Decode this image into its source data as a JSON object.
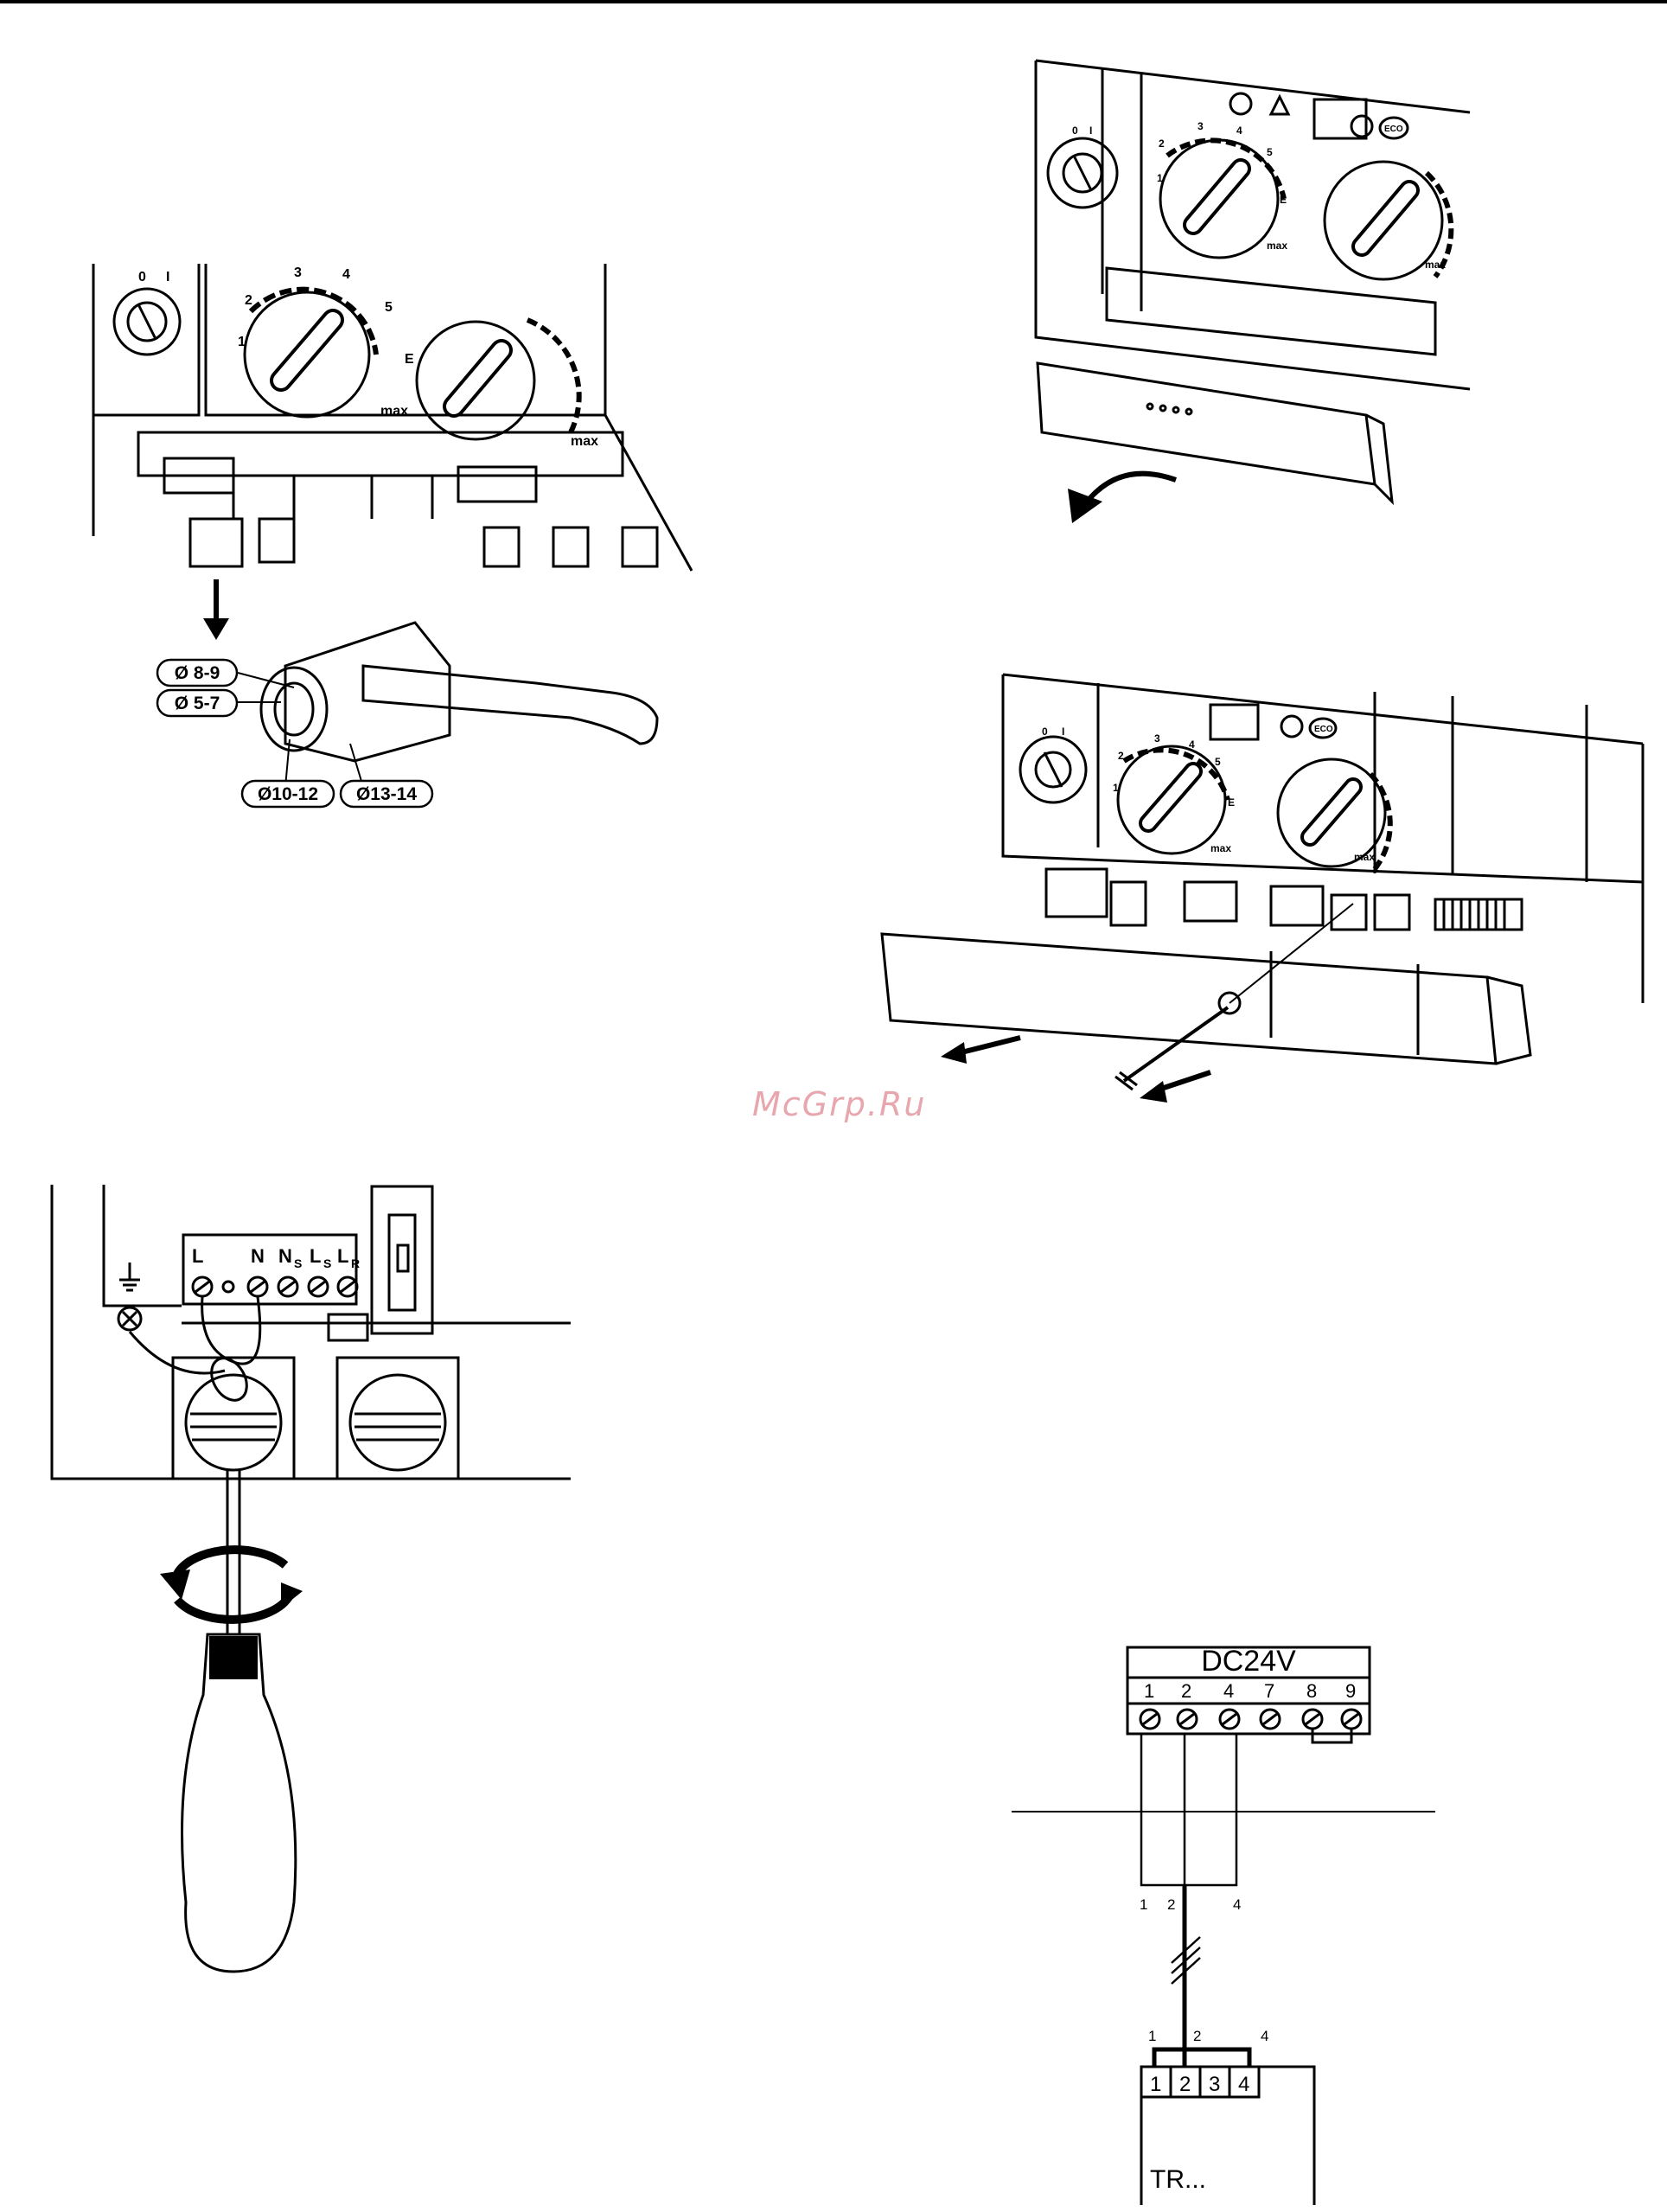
{
  "fig1": {
    "knob_scale": [
      "0",
      "I",
      "1",
      "2",
      "3",
      "4",
      "5",
      "E"
    ],
    "max_label": "max",
    "diameters": [
      "Ø 8-9",
      "Ø 5-7",
      "Ø10-12",
      "Ø13-14"
    ]
  },
  "fig2": {
    "knob_scale": [
      "0",
      "I",
      "1",
      "2",
      "3",
      "4",
      "5",
      "E"
    ],
    "max_label": "max",
    "eco_label": "ECO"
  },
  "fig3": {
    "knob_scale": [
      "0",
      "I",
      "1",
      "2",
      "3",
      "4",
      "5",
      "E"
    ],
    "max_label": "max",
    "eco_label": "ECO"
  },
  "fig4": {
    "terminals": [
      "L",
      "N",
      "N",
      "L",
      "L"
    ],
    "subscripts": [
      "S",
      "S",
      "R"
    ]
  },
  "fig5": {
    "title": "DC24V",
    "terminal_numbers": [
      "1",
      "2",
      "4",
      "7",
      "8",
      "9"
    ],
    "wire_labels_upper": [
      "1",
      "2",
      "4"
    ],
    "wire_labels_lower": [
      "1",
      "2",
      "4"
    ],
    "device_terminals": [
      "1",
      "2",
      "3",
      "4"
    ],
    "device_label": "TR..."
  },
  "watermark": "McGrp.Ru"
}
